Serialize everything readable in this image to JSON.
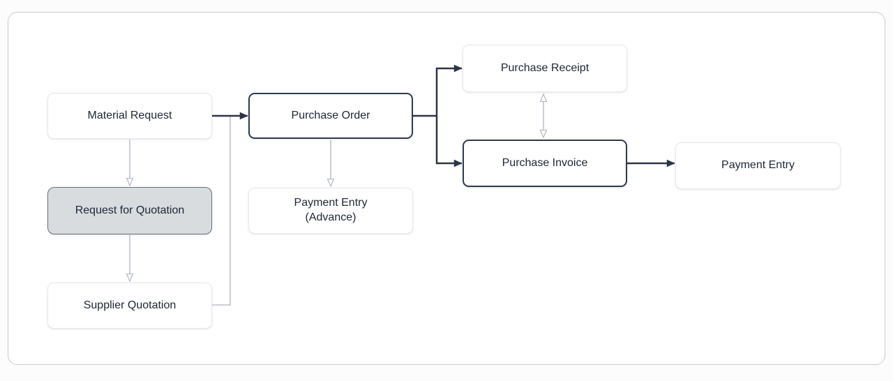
{
  "nodes": [
    {
      "id": "material-request",
      "label": "Material Request"
    },
    {
      "id": "request-for-quotation",
      "label": "Request for Quotation"
    },
    {
      "id": "supplier-quotation",
      "label": "Supplier Quotation"
    },
    {
      "id": "purchase-order",
      "label": "Purchase Order"
    },
    {
      "id": "payment-entry-advance",
      "label": "Payment Entry",
      "sublabel": "(Advance)"
    },
    {
      "id": "purchase-receipt",
      "label": "Purchase Receipt"
    },
    {
      "id": "purchase-invoice",
      "label": "Purchase Invoice"
    },
    {
      "id": "payment-entry",
      "label": "Payment Entry"
    }
  ],
  "edges": [
    {
      "from": "material-request",
      "to": "purchase-order",
      "style": "strong-arrow"
    },
    {
      "from": "material-request",
      "to": "request-for-quotation",
      "style": "light-arrow"
    },
    {
      "from": "request-for-quotation",
      "to": "supplier-quotation",
      "style": "light-arrow"
    },
    {
      "from": "supplier-quotation",
      "to": "purchase-order",
      "style": "light-elbow-join"
    },
    {
      "from": "purchase-order",
      "to": "payment-entry-advance",
      "style": "light-arrow"
    },
    {
      "from": "purchase-order",
      "to": "purchase-receipt",
      "style": "strong-arrow-branch"
    },
    {
      "from": "purchase-order",
      "to": "purchase-invoice",
      "style": "strong-arrow-branch"
    },
    {
      "from": "purchase-receipt",
      "to": "purchase-invoice",
      "style": "light-double-arrow"
    },
    {
      "from": "purchase-invoice",
      "to": "payment-entry",
      "style": "strong-arrow"
    }
  ],
  "colors": {
    "strong_line": "#2c3547",
    "light_line": "#aeb5bf",
    "emphasized_border": "#303a4d",
    "highlight_fill": "#d8dcdf",
    "highlight_border": "#68717f",
    "light_border": "#e7e9ec",
    "canvas_border": "#c9cbce",
    "text": "#1e2634"
  }
}
